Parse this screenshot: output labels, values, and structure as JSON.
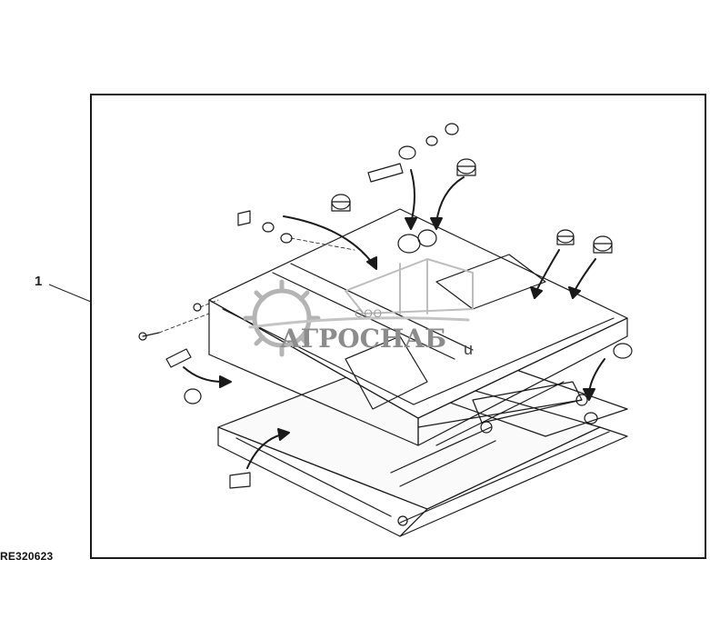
{
  "diagram": {
    "callout_number": "1",
    "figure_id": "RE320623"
  },
  "watermark": {
    "company_type": "ООО",
    "company_name": "АГРОСНАБ",
    "fragment": "u",
    "icon": "gear-tractor-icon"
  },
  "colors": {
    "line": "#1a1a1a",
    "watermark": "#8c8c8c"
  }
}
